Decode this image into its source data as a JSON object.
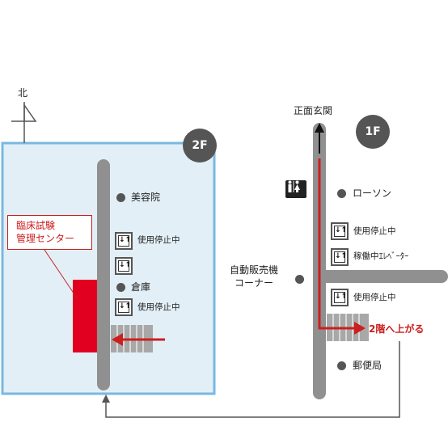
{
  "compass": {
    "north_label": "北"
  },
  "floor_2f": {
    "badge": "2F",
    "places": {
      "salon": "美容院",
      "storage": "倉庫"
    },
    "elevators": [
      "使用停止中",
      "使用停止中"
    ],
    "clinic_label": [
      "臨床試験",
      "管理センター"
    ]
  },
  "floor_1f": {
    "badge": "1F",
    "entrance": "正面玄関",
    "places": {
      "lawson": "ローソン",
      "vending": [
        "自動販売機",
        "コーナー"
      ],
      "post_office": "郵便局"
    },
    "elevators": [
      "使用停止中",
      "稼働中ｴﾚﾍﾞｰﾀｰ",
      "使用停止中"
    ],
    "route_label": "2階へ上がる"
  },
  "colors": {
    "floor_2f_fill": "#e2eff7",
    "floor_2f_border": "#7ab8e0",
    "corridor": "#909090",
    "route": "#cc1f1f",
    "clinic": "#e1001f"
  },
  "icons": [
    "compass-north-icon",
    "elevator-icon",
    "restroom-icon",
    "escalator-icon"
  ]
}
